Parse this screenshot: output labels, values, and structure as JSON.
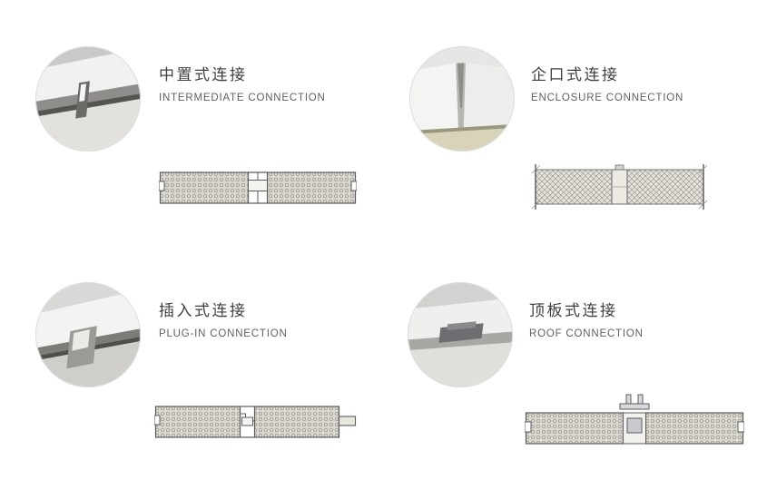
{
  "sections": [
    {
      "id": "intermediate",
      "title_zh": "中置式连接",
      "title_en": "INTERMEDIATE CONNECTION"
    },
    {
      "id": "enclosure",
      "title_zh": "企口式连接",
      "title_en": "ENCLOSURE CONNECTION"
    },
    {
      "id": "plugin",
      "title_zh": "插入式连接",
      "title_en": "PLUG-IN CONNECTION"
    },
    {
      "id": "roof",
      "title_zh": "顶板式连接",
      "title_en": "ROOF CONNECTION"
    }
  ],
  "colors": {
    "background": "#ffffff",
    "title_text": "#3f3f3f",
    "subtitle_text": "#606060",
    "diagram_outline": "#5c5c5c",
    "panel_core_fill": "#dbd8d0",
    "photo_gray": "#cfcfcd"
  }
}
